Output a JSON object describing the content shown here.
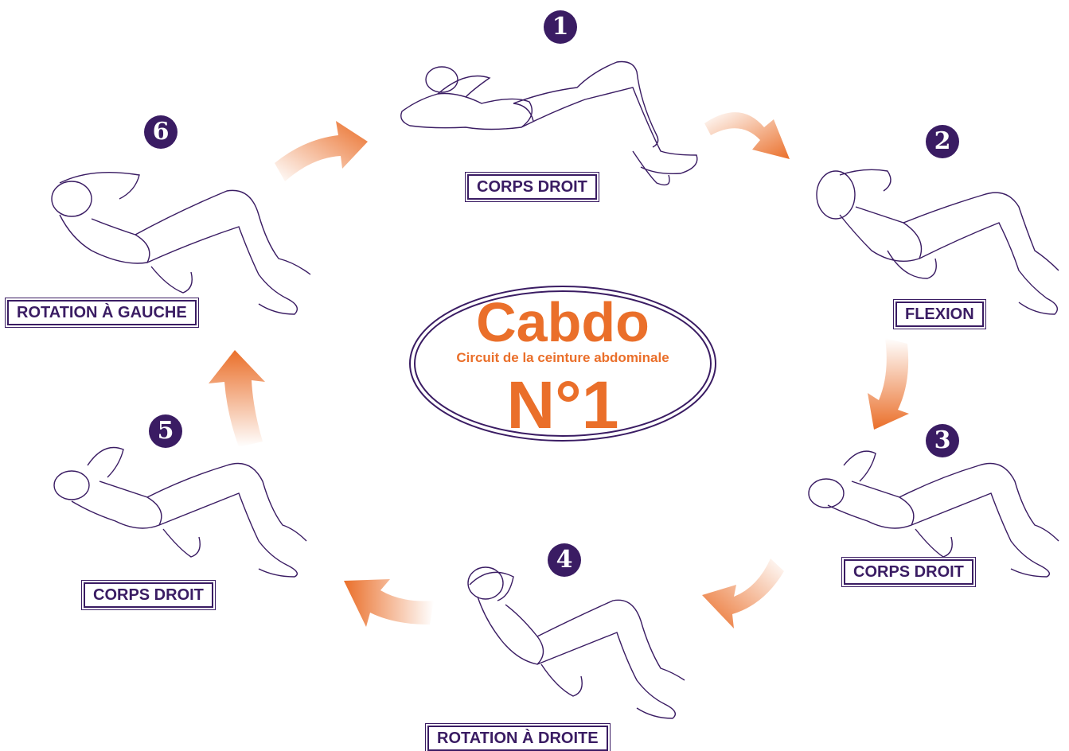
{
  "title": {
    "name": "Cabdo",
    "subtitle": "Circuit de la ceinture abdominale",
    "number": "N°1"
  },
  "steps": [
    {
      "number": "1",
      "label": "CORPS DROIT"
    },
    {
      "number": "2",
      "label": "FLEXION"
    },
    {
      "number": "3",
      "label": "CORPS DROIT"
    },
    {
      "number": "4",
      "label": "ROTATION À DROITE"
    },
    {
      "number": "5",
      "label": "CORPS DROIT"
    },
    {
      "number": "6",
      "label": "ROTATION À GAUCHE"
    }
  ],
  "colors": {
    "accent": "#ea6f2a",
    "ink": "#3a1c63",
    "arrow_light": "#fbe0cc"
  }
}
